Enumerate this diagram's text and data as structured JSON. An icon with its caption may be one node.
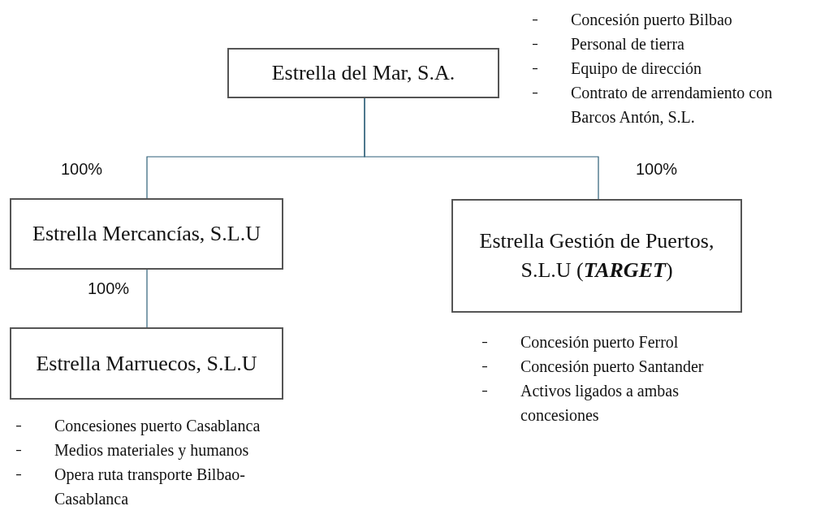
{
  "diagram": {
    "nodes": [
      {
        "text": [
          "Estrella del Mar, S.A."
        ],
        "beside": [
          "Concesión puerto Bilbao",
          "Personal de tierra",
          "Equipo de dirección",
          "Contrato de arrendamiento con Barcos Antón, S.L."
        ]
      },
      {
        "text": [
          "Estrella Mercancías, S.L.U"
        ]
      },
      {
        "text": [
          "Estrella Marruecos, S.L.U"
        ],
        "beside": [
          "Concesiones puerto Casablanca",
          "Medios materiales y humanos",
          "Opera ruta transporte Bilbao-Casablanca"
        ]
      },
      {
        "text": [
          "Estrella Gestión de Puertos, S.L.U (**TARGET**)"
        ],
        "beside": [
          "Concesión puerto Ferrol",
          "Concesión puerto Santander",
          "Activos ligados a ambas concesiones"
        ]
      }
    ],
    "edges": [
      {
        "from": 0,
        "to": 1,
        "arrow": "none",
        "label": "100%"
      },
      {
        "from": 0,
        "to": 3,
        "arrow": "none",
        "label": "100%"
      },
      {
        "from": 1,
        "to": 2,
        "arrow": "none",
        "label": "100%"
      }
    ]
  }
}
